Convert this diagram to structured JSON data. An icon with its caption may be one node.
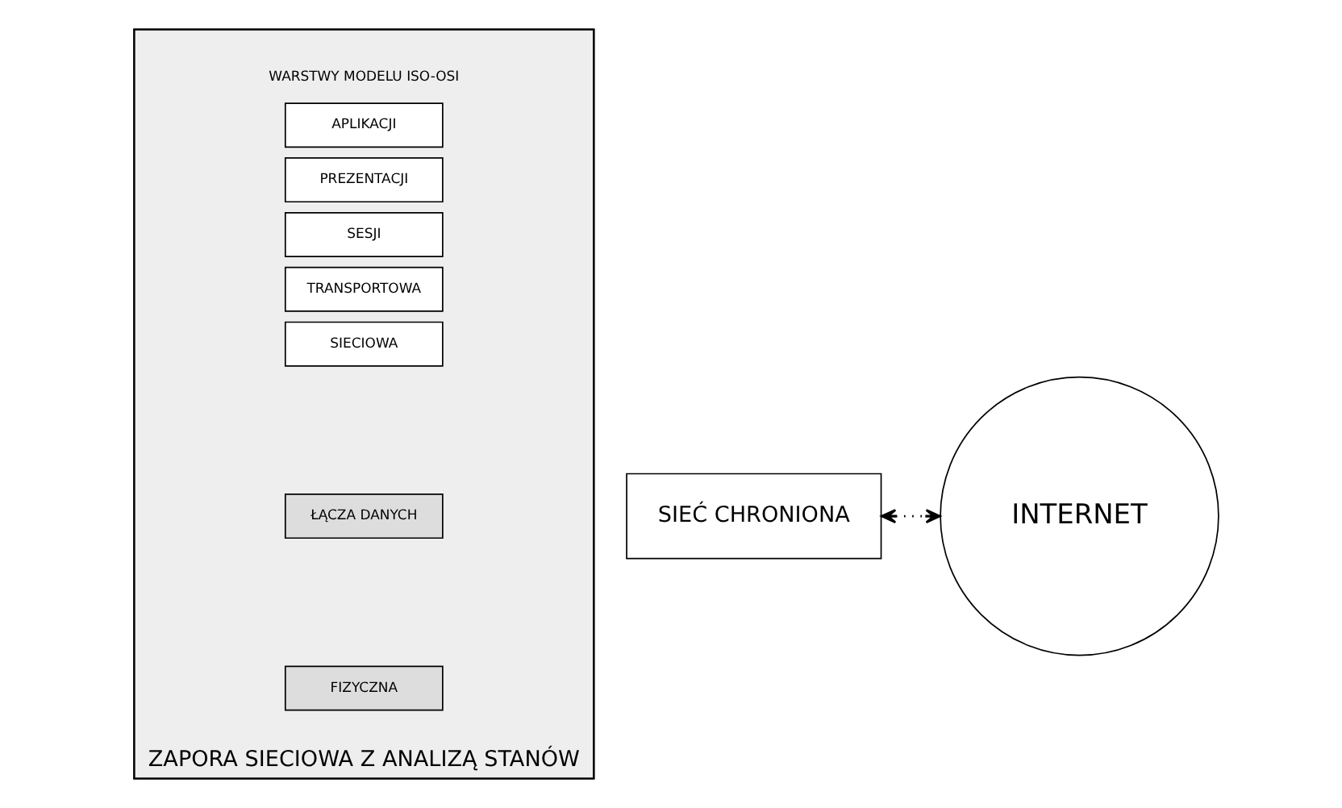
{
  "diagram": {
    "nodes": [
      {
        "text": [
          "ZAPORA SIECIOWA Z ANALIZĄ STANÓW"
        ]
      },
      {
        "text": [
          "APLIKACJI"
        ],
        "in": 0
      },
      {
        "text": [
          "PREZENTACJI"
        ],
        "in": 0
      },
      {
        "text": [
          "SESJI"
        ],
        "in": 0
      },
      {
        "text": [
          "TRANSPORTOWA"
        ],
        "in": 0
      },
      {
        "text": [
          "SIECIOWA"
        ],
        "in": 0
      },
      {
        "text": [
          "ŁĄCZA DANYCH"
        ],
        "in": 0
      },
      {
        "text": [
          "FIZYCZNA"
        ],
        "in": 0
      },
      {
        "text": [
          "SIEĆ CHRONIONA"
        ]
      },
      {
        "text": [
          "INTERNET"
        ]
      }
    ],
    "edges": [
      {
        "from": 8,
        "to": 9,
        "arrow": "both",
        "style": "dashed"
      }
    ],
    "labels": [
      "WARSTWY MODELU ISO-OSI"
    ]
  }
}
